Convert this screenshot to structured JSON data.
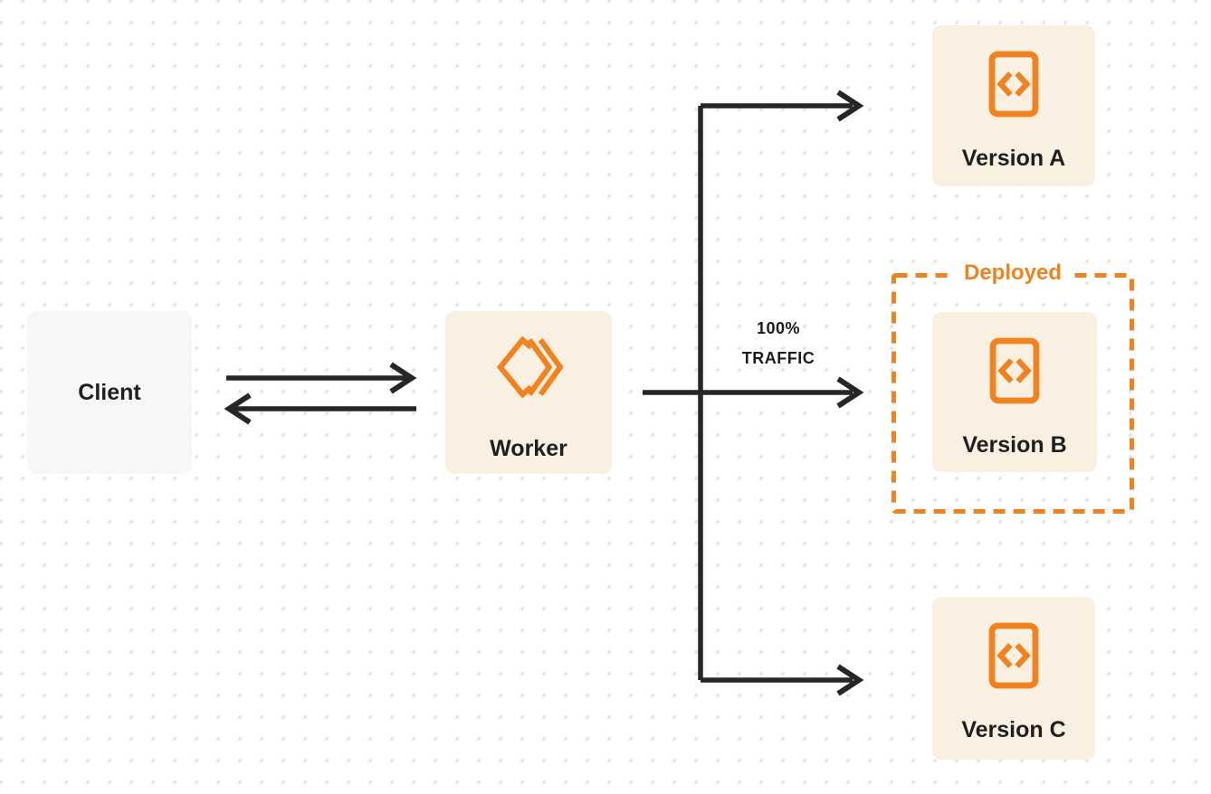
{
  "palette": {
    "accent_orange": "#f0821f",
    "arrow_ink": "#262626",
    "panel_cream": "#faf0e2",
    "panel_gray": "#f7f7f8",
    "dot_grid": "#e2e2e2"
  },
  "nodes": {
    "client": {
      "label": "Client"
    },
    "worker": {
      "label": "Worker",
      "icon": "workers-chevron-logo-icon"
    },
    "version_a": {
      "label": "Version A",
      "icon": "code-file-icon"
    },
    "version_b": {
      "label": "Version B",
      "icon": "code-file-icon"
    },
    "version_c": {
      "label": "Version C",
      "icon": "code-file-icon"
    }
  },
  "annotations": {
    "deployed": "Deployed",
    "traffic_line1": "100%",
    "traffic_line2": "TRAFFIC"
  }
}
